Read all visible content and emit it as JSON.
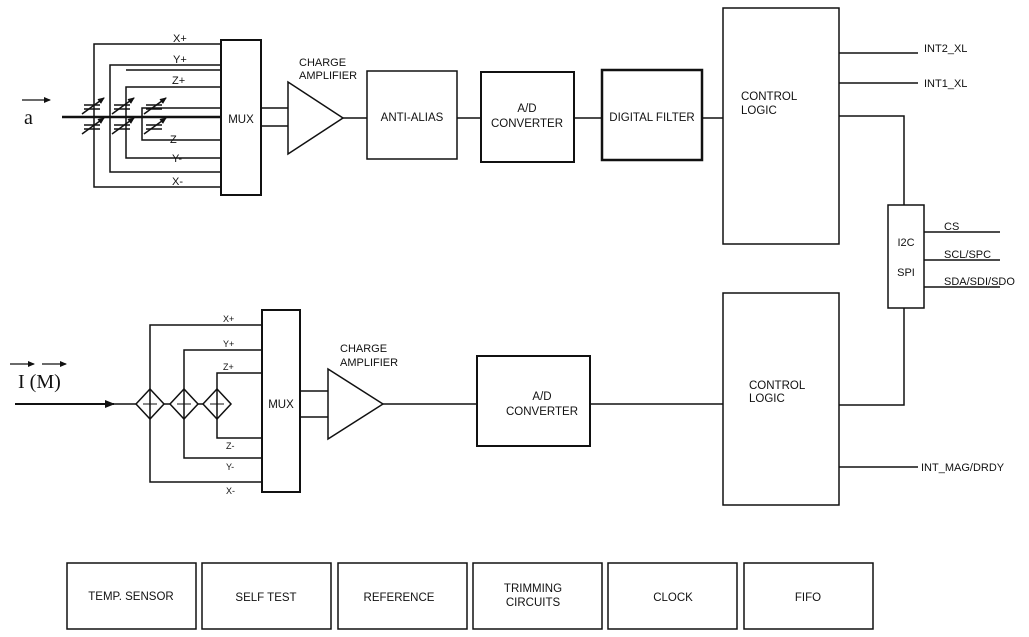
{
  "accel_chain": {
    "input_label": "a",
    "axis_labels": [
      "X+",
      "Y+",
      "Z+",
      "Z-",
      "Y-",
      "X-"
    ],
    "mux": "MUX",
    "charge_amp": [
      "CHARGE",
      "AMPLIFIER"
    ],
    "anti_alias": "ANTI-ALIAS",
    "adc": [
      "A/D",
      "CONVERTER"
    ],
    "digital_filter": "DIGITAL FILTER",
    "control_logic": [
      "CONTROL",
      "LOGIC"
    ],
    "outputs": [
      "INT2_XL",
      "INT1_XL"
    ]
  },
  "interface": {
    "block": [
      "I2C",
      "SPI"
    ],
    "pins": [
      "CS",
      "SCL/SPC",
      "SDA/SDI/SDO"
    ]
  },
  "mag_chain": {
    "input_label": "I (M)",
    "axis_labels": [
      "X+",
      "Y+",
      "Z+",
      "Z-",
      "Y-",
      "X-"
    ],
    "mux": "MUX",
    "charge_amp": [
      "CHARGE",
      "AMPLIFIER"
    ],
    "adc": [
      "A/D",
      "CONVERTER"
    ],
    "control_logic": [
      "CONTROL",
      "LOGIC"
    ],
    "output": "INT_MAG/DRDY"
  },
  "bottom_blocks": [
    "TEMP. SENSOR",
    "SELF TEST",
    "REFERENCE",
    [
      "TRIMMING",
      "CIRCUITS"
    ],
    "CLOCK",
    "FIFO"
  ],
  "colors": {
    "line": "#111111",
    "background": "#ffffff"
  }
}
